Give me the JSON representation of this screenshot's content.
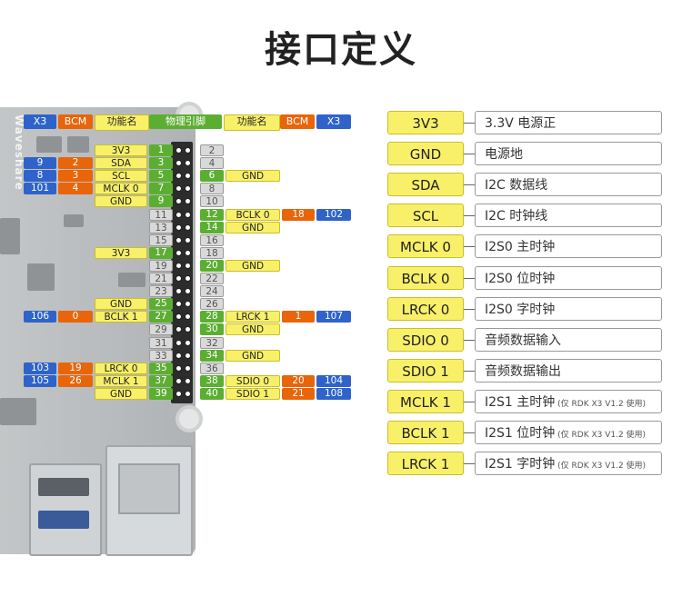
{
  "title": "接口定义",
  "board": {
    "brand": "Waveshare"
  },
  "colors": {
    "x3": "#2f63c9",
    "bcm": "#e8650a",
    "function": "#f9f06a",
    "physical": "#5cae32",
    "unused": "#d9d9d9"
  },
  "header": {
    "left": [
      "X3",
      "BCM",
      "功能名",
      "物理引脚"
    ],
    "right": [
      "功能名",
      "BCM",
      "X3"
    ]
  },
  "pins": [
    {
      "row": 1,
      "l": {
        "x3": "",
        "bcm": "",
        "fn": "3V3",
        "p": "1"
      },
      "r": {
        "p": "2",
        "fn": "",
        "bcm": "",
        "x3": ""
      }
    },
    {
      "row": 2,
      "l": {
        "x3": "9",
        "bcm": "2",
        "fn": "SDA",
        "p": "3"
      },
      "r": {
        "p": "4",
        "fn": "",
        "bcm": "",
        "x3": ""
      }
    },
    {
      "row": 3,
      "l": {
        "x3": "8",
        "bcm": "3",
        "fn": "SCL",
        "p": "5"
      },
      "r": {
        "p": "6",
        "fn": "GND",
        "bcm": "",
        "x3": ""
      }
    },
    {
      "row": 4,
      "l": {
        "x3": "101",
        "bcm": "4",
        "fn": "MCLK 0",
        "p": "7"
      },
      "r": {
        "p": "8",
        "fn": "",
        "bcm": "",
        "x3": ""
      }
    },
    {
      "row": 5,
      "l": {
        "x3": "",
        "bcm": "",
        "fn": "GND",
        "p": "9"
      },
      "r": {
        "p": "10",
        "fn": "",
        "bcm": "",
        "x3": ""
      }
    },
    {
      "row": 6,
      "l": {
        "x3": "",
        "bcm": "",
        "fn": "",
        "p": "11"
      },
      "r": {
        "p": "12",
        "fn": "BCLK 0",
        "bcm": "18",
        "x3": "102"
      }
    },
    {
      "row": 7,
      "l": {
        "x3": "",
        "bcm": "",
        "fn": "",
        "p": "13"
      },
      "r": {
        "p": "14",
        "fn": "GND",
        "bcm": "",
        "x3": ""
      }
    },
    {
      "row": 8,
      "l": {
        "x3": "",
        "bcm": "",
        "fn": "",
        "p": "15"
      },
      "r": {
        "p": "16",
        "fn": "",
        "bcm": "",
        "x3": ""
      }
    },
    {
      "row": 9,
      "l": {
        "x3": "",
        "bcm": "",
        "fn": "3V3",
        "p": "17"
      },
      "r": {
        "p": "18",
        "fn": "",
        "bcm": "",
        "x3": ""
      }
    },
    {
      "row": 10,
      "l": {
        "x3": "",
        "bcm": "",
        "fn": "",
        "p": "19"
      },
      "r": {
        "p": "20",
        "fn": "GND",
        "bcm": "",
        "x3": ""
      }
    },
    {
      "row": 11,
      "l": {
        "x3": "",
        "bcm": "",
        "fn": "",
        "p": "21"
      },
      "r": {
        "p": "22",
        "fn": "",
        "bcm": "",
        "x3": ""
      }
    },
    {
      "row": 12,
      "l": {
        "x3": "",
        "bcm": "",
        "fn": "",
        "p": "23"
      },
      "r": {
        "p": "24",
        "fn": "",
        "bcm": "",
        "x3": ""
      }
    },
    {
      "row": 13,
      "l": {
        "x3": "",
        "bcm": "",
        "fn": "GND",
        "p": "25"
      },
      "r": {
        "p": "26",
        "fn": "",
        "bcm": "",
        "x3": ""
      }
    },
    {
      "row": 14,
      "l": {
        "x3": "106",
        "bcm": "0",
        "fn": "BCLK 1",
        "p": "27"
      },
      "r": {
        "p": "28",
        "fn": "LRCK 1",
        "bcm": "1",
        "x3": "107"
      }
    },
    {
      "row": 15,
      "l": {
        "x3": "",
        "bcm": "",
        "fn": "",
        "p": "29"
      },
      "r": {
        "p": "30",
        "fn": "GND",
        "bcm": "",
        "x3": ""
      }
    },
    {
      "row": 16,
      "l": {
        "x3": "",
        "bcm": "",
        "fn": "",
        "p": "31"
      },
      "r": {
        "p": "32",
        "fn": "",
        "bcm": "",
        "x3": ""
      }
    },
    {
      "row": 17,
      "l": {
        "x3": "",
        "bcm": "",
        "fn": "",
        "p": "33"
      },
      "r": {
        "p": "34",
        "fn": "GND",
        "bcm": "",
        "x3": ""
      }
    },
    {
      "row": 18,
      "l": {
        "x3": "103",
        "bcm": "19",
        "fn": "LRCK 0",
        "p": "35"
      },
      "r": {
        "p": "36",
        "fn": "",
        "bcm": "",
        "x3": ""
      }
    },
    {
      "row": 19,
      "l": {
        "x3": "105",
        "bcm": "26",
        "fn": "MCLK 1",
        "p": "37"
      },
      "r": {
        "p": "38",
        "fn": "SDIO 0",
        "bcm": "20",
        "x3": "104"
      }
    },
    {
      "row": 20,
      "l": {
        "x3": "",
        "bcm": "",
        "fn": "GND",
        "p": "39"
      },
      "r": {
        "p": "40",
        "fn": "SDIO 1",
        "bcm": "21",
        "x3": "108"
      }
    }
  ],
  "legend": [
    {
      "name": "3V3",
      "desc": "3.3V 电源正",
      "note": ""
    },
    {
      "name": "GND",
      "desc": "电源地",
      "note": ""
    },
    {
      "name": "SDA",
      "desc": "I2C 数据线",
      "note": ""
    },
    {
      "name": "SCL",
      "desc": "I2C 时钟线",
      "note": ""
    },
    {
      "name": "MCLK 0",
      "desc": "I2S0 主时钟",
      "note": ""
    },
    {
      "name": "BCLK 0",
      "desc": "I2S0 位时钟",
      "note": ""
    },
    {
      "name": "LRCK 0",
      "desc": "I2S0 字时钟",
      "note": ""
    },
    {
      "name": "SDIO 0",
      "desc": "音频数据输入",
      "note": ""
    },
    {
      "name": "SDIO 1",
      "desc": "音频数据输出",
      "note": ""
    },
    {
      "name": "MCLK 1",
      "desc": "I2S1 主时钟",
      "note": "(仅 RDK X3 V1.2 使用)"
    },
    {
      "name": "BCLK 1",
      "desc": "I2S1 位时钟",
      "note": "(仅 RDK X3 V1.2 使用)"
    },
    {
      "name": "LRCK 1",
      "desc": "I2S1 字时钟",
      "note": "(仅 RDK X3 V1.2 使用)"
    }
  ]
}
